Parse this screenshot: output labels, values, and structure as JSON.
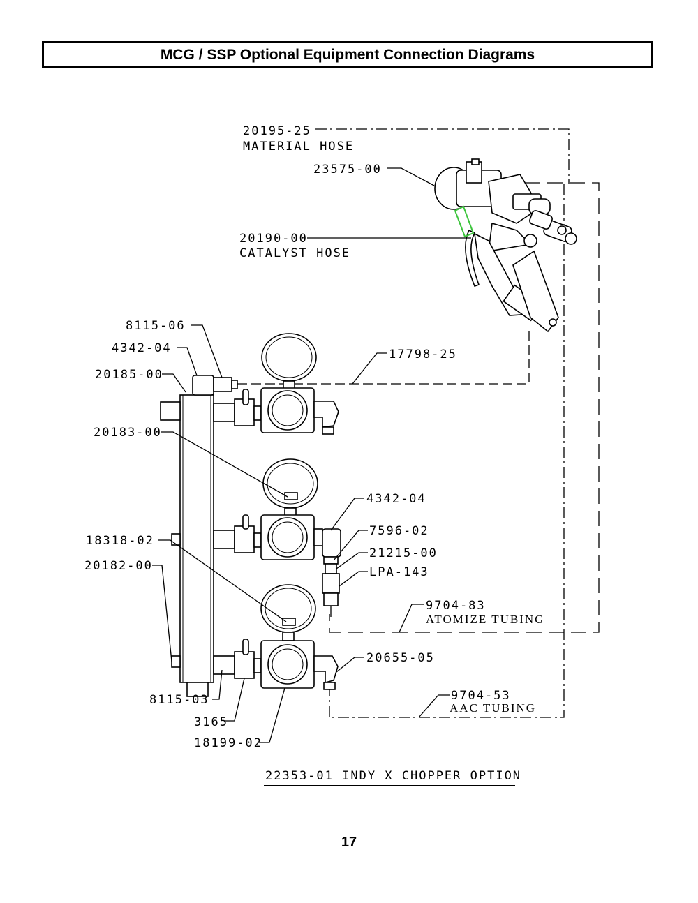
{
  "header": {
    "title": "MCG / SSP Optional Equipment Connection Diagrams"
  },
  "page_number": "17",
  "diagram": {
    "assembly_title": "22353-01 INDY X CHOPPER OPTION",
    "callouts": {
      "material_hose_part": "20195-25",
      "material_hose_name": "MATERIAL HOSE",
      "gun_part": "23575-00",
      "catalyst_hose_part": "20190-00",
      "catalyst_hose_name": "CATALYST HOSE",
      "fitting_8115_06": "8115-06",
      "fitting_4342_04_top": "4342-04",
      "manifold_20185_00": "20185-00",
      "hose_17798_25": "17798-25",
      "gauge_20183_00": "20183-00",
      "fitting_4342_04_mid": "4342-04",
      "fitting_7596_02": "7596-02",
      "fitting_21215_00": "21215-00",
      "lpa_143": "LPA-143",
      "plug_18318_02": "18318-02",
      "gauge_20182_00": "20182-00",
      "tubing_9704_83_part": "9704-83",
      "tubing_9704_83_name": "ATOMIZE TUBING",
      "elbow_20655_05": "20655-05",
      "tubing_9704_53_part": "9704-53",
      "tubing_9704_53_name": "AAC TUBING",
      "fitting_8115_03": "8115-03",
      "valve_3165": "3165",
      "regulator_18199_02": "18199-02"
    }
  },
  "colors": {
    "highlight": "#3cc43c",
    "line": "#000000"
  }
}
